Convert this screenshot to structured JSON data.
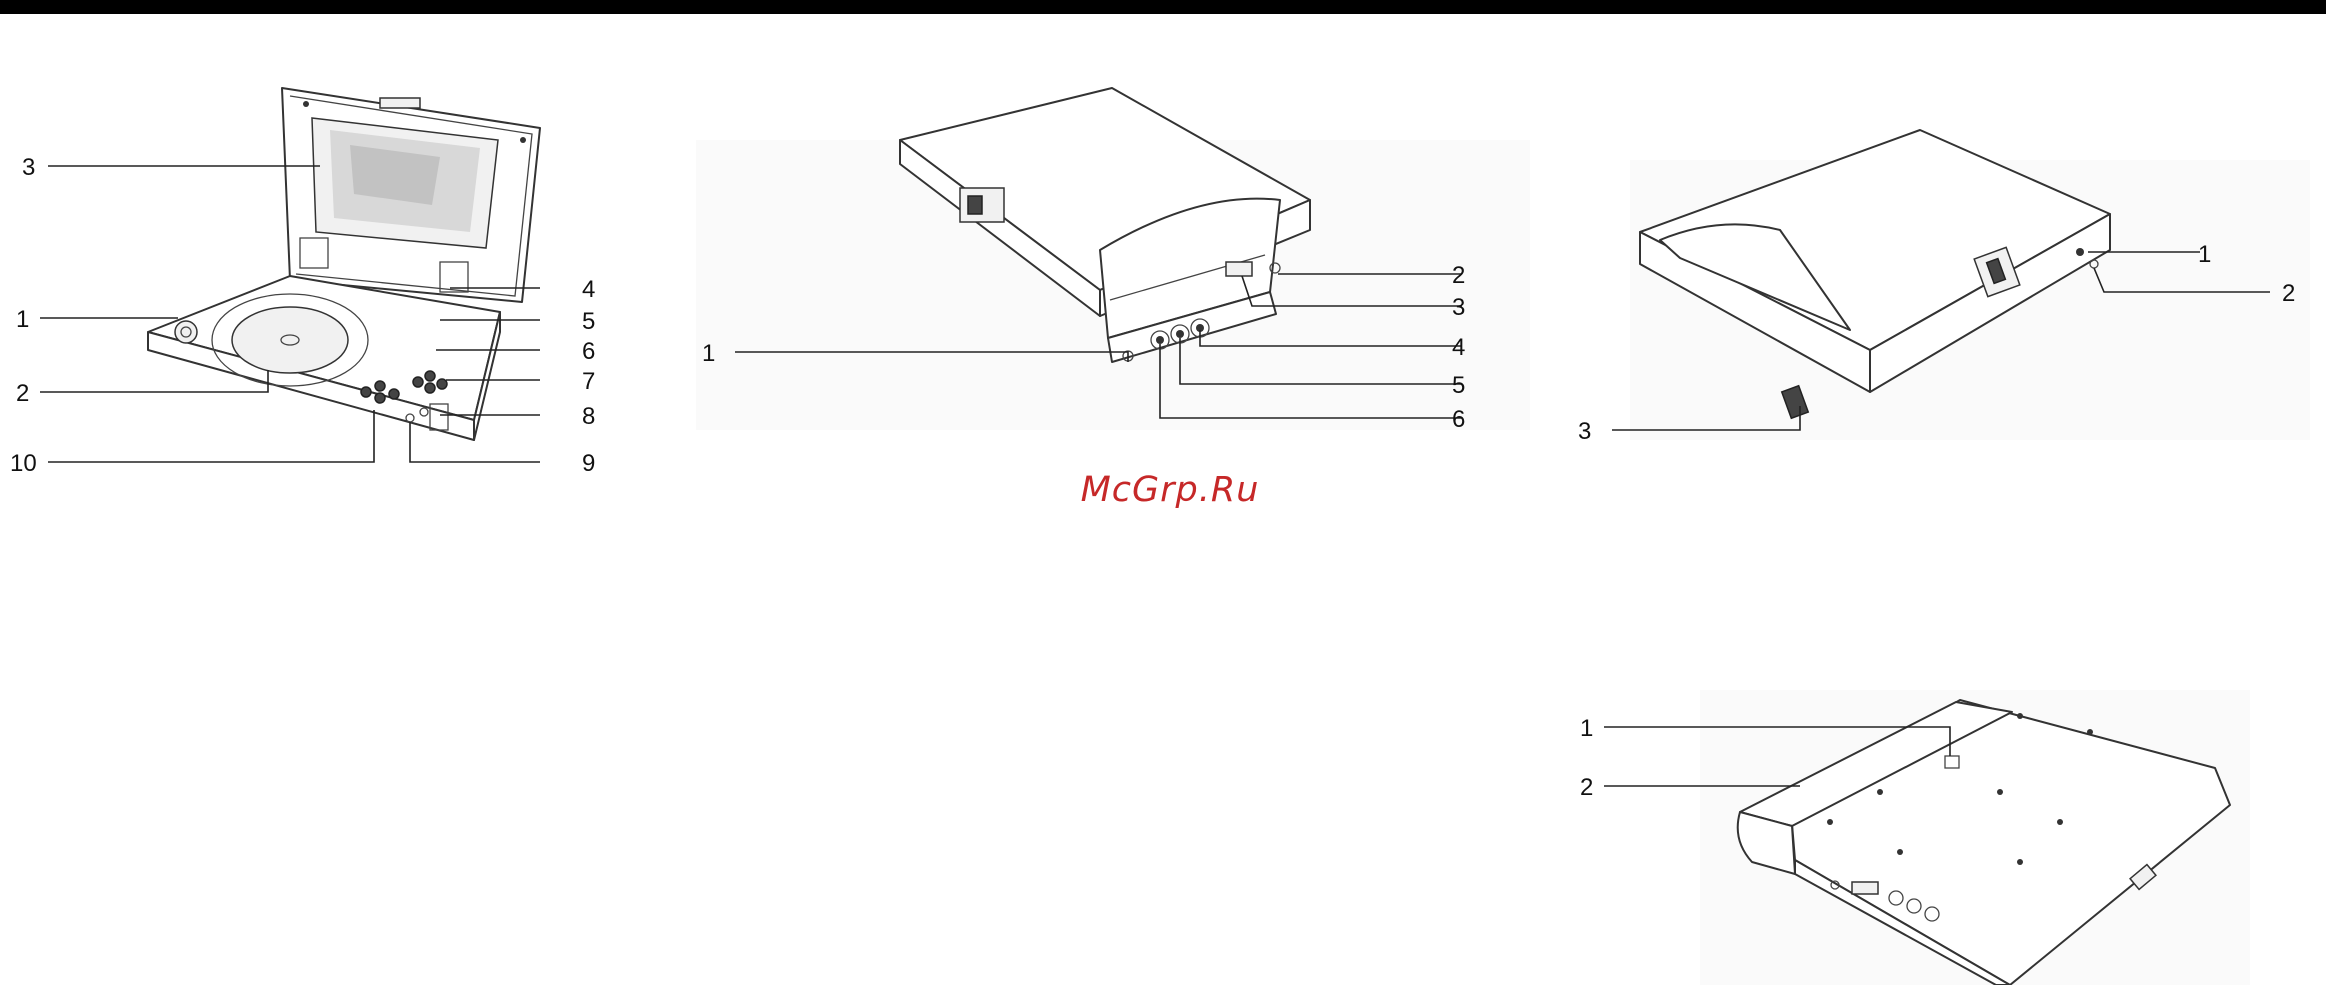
{
  "watermark": "McGrp.Ru",
  "colors": {
    "top_bar": "#000000",
    "watermark": "#c62828",
    "line": "#222222"
  },
  "figures": [
    {
      "id": "front-open",
      "callouts": [
        {
          "id": "f1-c3",
          "label": "3"
        },
        {
          "id": "f1-c1",
          "label": "1"
        },
        {
          "id": "f1-c2",
          "label": "2"
        },
        {
          "id": "f1-c10",
          "label": "10"
        },
        {
          "id": "f1-c4",
          "label": "4"
        },
        {
          "id": "f1-c5",
          "label": "5"
        },
        {
          "id": "f1-c6",
          "label": "6"
        },
        {
          "id": "f1-c7",
          "label": "7"
        },
        {
          "id": "f1-c8",
          "label": "8"
        },
        {
          "id": "f1-c9",
          "label": "9"
        }
      ]
    },
    {
      "id": "left-side",
      "callouts": [
        {
          "id": "f2-c1",
          "label": "1"
        },
        {
          "id": "f2-c2",
          "label": "2"
        },
        {
          "id": "f2-c3",
          "label": "3"
        },
        {
          "id": "f2-c4",
          "label": "4"
        },
        {
          "id": "f2-c5",
          "label": "5"
        },
        {
          "id": "f2-c6",
          "label": "6"
        }
      ]
    },
    {
      "id": "right-side",
      "callouts": [
        {
          "id": "f3-c1",
          "label": "1"
        },
        {
          "id": "f3-c2",
          "label": "2"
        },
        {
          "id": "f3-c3",
          "label": "3"
        }
      ]
    },
    {
      "id": "bottom",
      "callouts": [
        {
          "id": "f4-c1",
          "label": "1"
        },
        {
          "id": "f4-c2",
          "label": "2"
        }
      ]
    }
  ]
}
